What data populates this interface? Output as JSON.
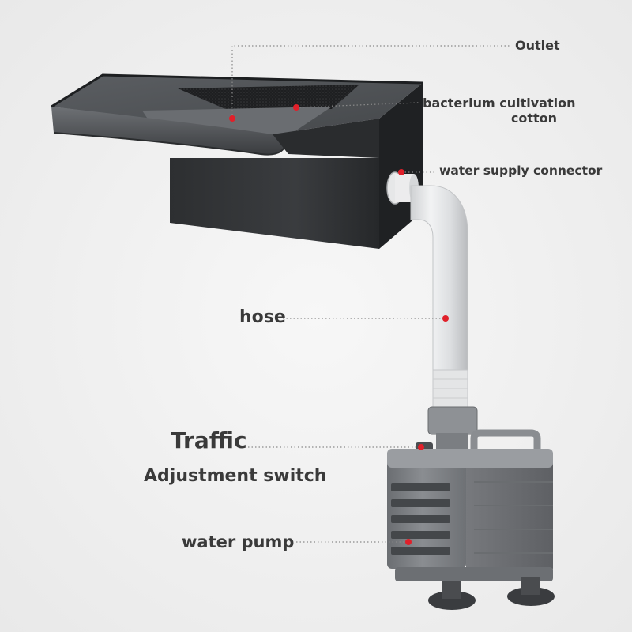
{
  "labels": {
    "outlet": "Outlet",
    "bacterium_line1": "bacterium cultivation",
    "bacterium_line2": "cotton",
    "water_supply_connector": "water supply connector",
    "hose": "hose",
    "traffic": "Traffic",
    "adjustment_switch": "Adjustment switch",
    "water_pump": "water pump"
  },
  "colors": {
    "background": "#f1f1f1",
    "text": "#3a3a3a",
    "marker": "#e0202a",
    "leader_line": "#8a8a8a",
    "outlet_body": "#2c2e30",
    "pump_body": "#7d8084"
  }
}
